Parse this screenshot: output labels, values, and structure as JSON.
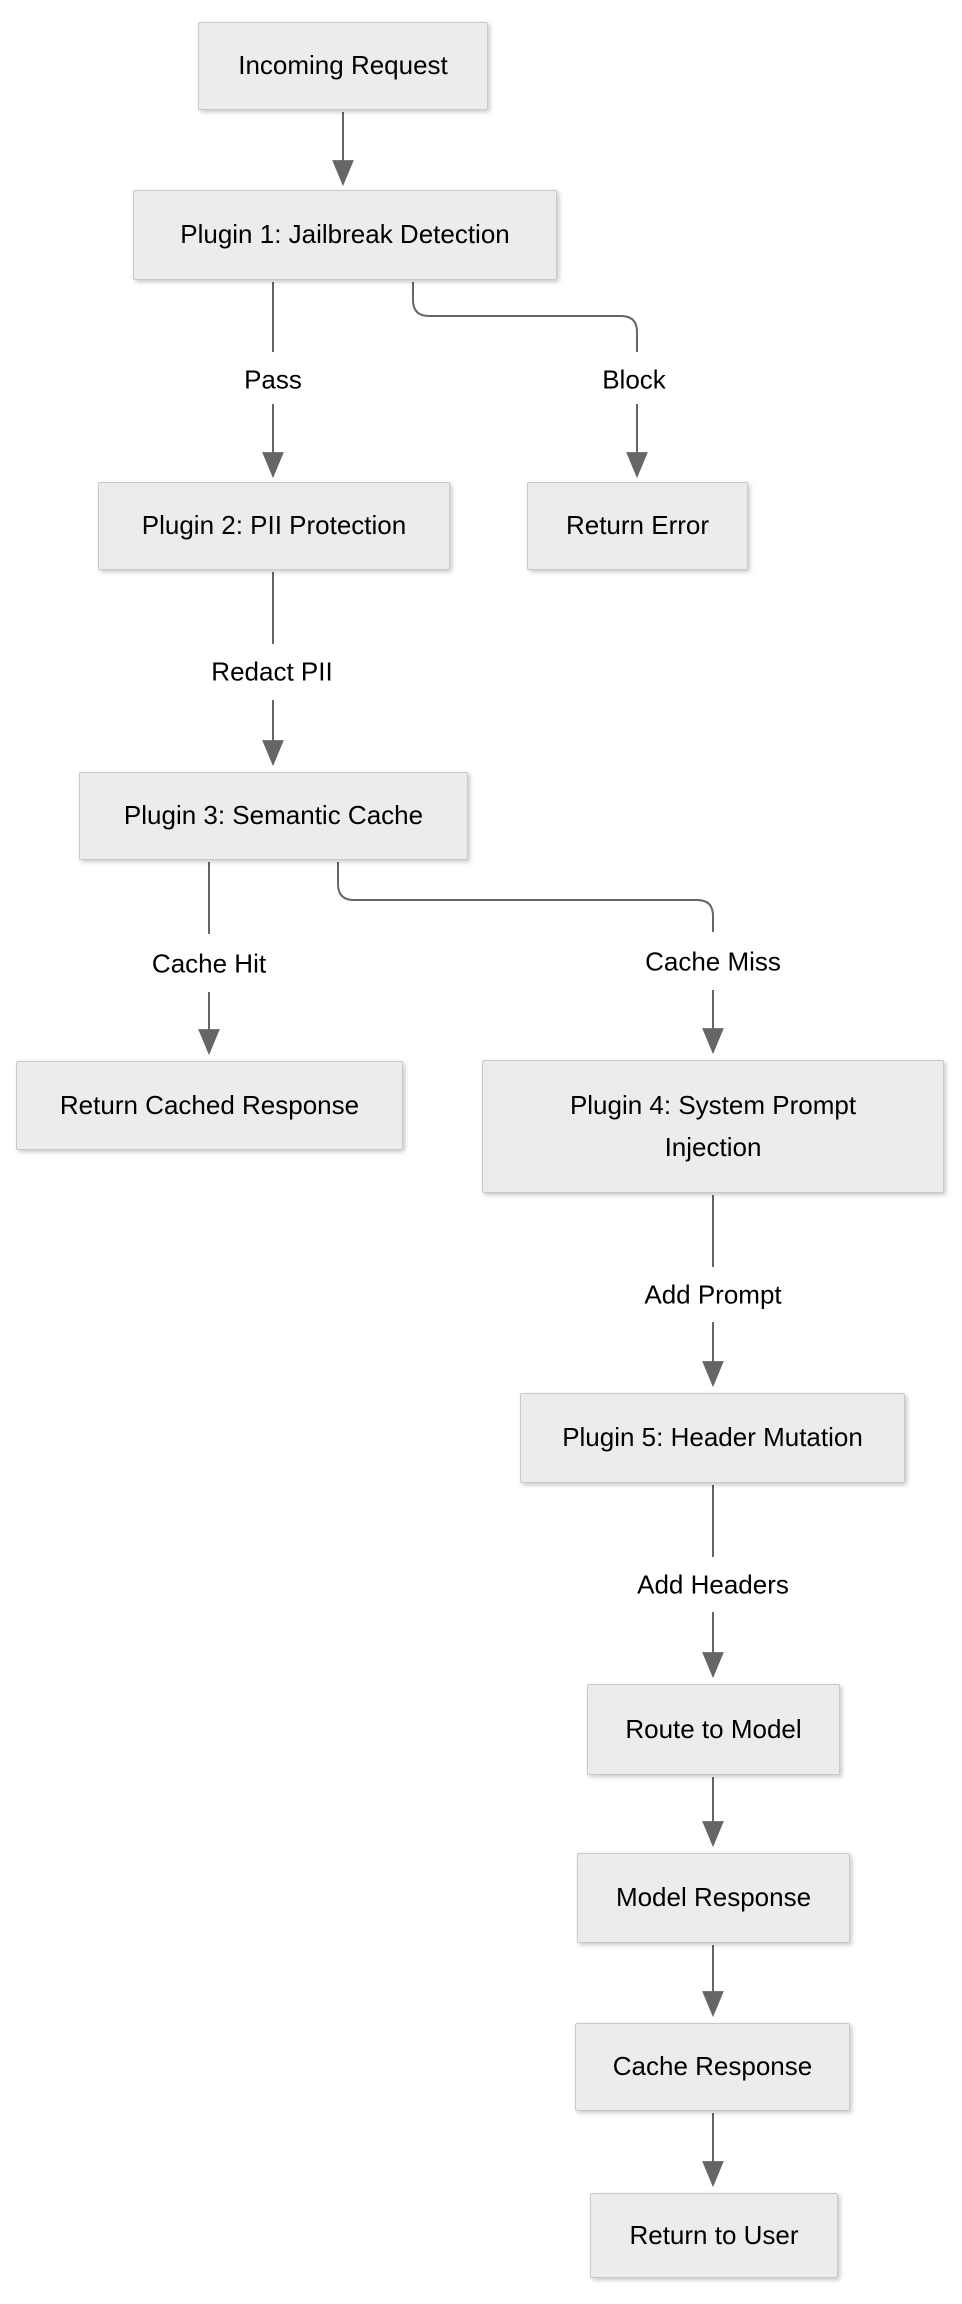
{
  "diagram": {
    "type": "flowchart",
    "direction": "top-down",
    "colors": {
      "background": "#ffffff",
      "node_fill": "#ececec",
      "node_border": "#c9c9c9",
      "edge": "#666666",
      "text": "#000000"
    },
    "nodes": {
      "incoming": {
        "label": "Incoming Request"
      },
      "plugin1": {
        "label": "Plugin 1: Jailbreak Detection"
      },
      "plugin2": {
        "label": "Plugin 2: PII Protection"
      },
      "return_error": {
        "label": "Return Error"
      },
      "plugin3": {
        "label": "Plugin 3: Semantic Cache"
      },
      "return_cached": {
        "label": "Return Cached Response"
      },
      "plugin4": {
        "label": "Plugin 4: System Prompt Injection"
      },
      "plugin5": {
        "label": "Plugin 5: Header Mutation"
      },
      "route": {
        "label": "Route to Model"
      },
      "model_response": {
        "label": "Model Response"
      },
      "cache_response": {
        "label": "Cache Response"
      },
      "return_user": {
        "label": "Return to User"
      }
    },
    "edges": [
      {
        "from": "incoming",
        "to": "plugin1",
        "label": ""
      },
      {
        "from": "plugin1",
        "to": "plugin2",
        "label": "Pass"
      },
      {
        "from": "plugin1",
        "to": "return_error",
        "label": "Block"
      },
      {
        "from": "plugin2",
        "to": "plugin3",
        "label": "Redact PII"
      },
      {
        "from": "plugin3",
        "to": "return_cached",
        "label": "Cache Hit"
      },
      {
        "from": "plugin3",
        "to": "plugin4",
        "label": "Cache Miss"
      },
      {
        "from": "plugin4",
        "to": "plugin5",
        "label": "Add Prompt"
      },
      {
        "from": "plugin5",
        "to": "route",
        "label": "Add Headers"
      },
      {
        "from": "route",
        "to": "model_response",
        "label": ""
      },
      {
        "from": "model_response",
        "to": "cache_response",
        "label": ""
      },
      {
        "from": "cache_response",
        "to": "return_user",
        "label": ""
      }
    ]
  }
}
